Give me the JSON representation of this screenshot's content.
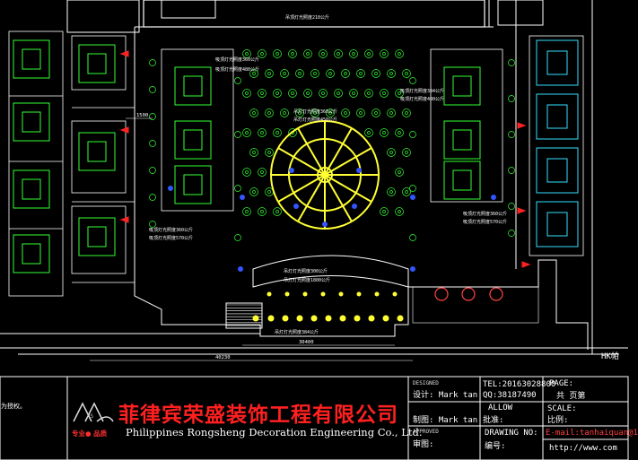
{
  "drawing": {
    "dimensions": {
      "d1": "1500",
      "d2": "30400",
      "d3": "40230"
    },
    "hk_label": "HK帕",
    "notes": {
      "n_top": "吊顶灯光照度210公斤",
      "n_left1": "吸顶灯光照度360公斤",
      "n_left2": "吸顶灯光照度480公斤",
      "n_center1": "吊灯灯光照度360公斤",
      "n_center2": "吊灯灯光照度450公斤",
      "n_right1": "吸顶灯光照度384公斤",
      "n_right2": "吸顶灯光照度480公斤",
      "n_left3": "吸顶灯光照度360公斤",
      "n_left4": "吸顶灯光照度570公斤",
      "n_right3": "吸顶灯光照度360公斤",
      "n_right4": "吸顶灯光照度570公斤",
      "n_bottom1": "吊灯灯光照度300公斤",
      "n_bottom2": "吊灯灯光照度1800公斤",
      "n_bottom3": "吊灯灯光照度384公斤"
    },
    "left_margin_text": "为授权。"
  },
  "title_block": {
    "company_cn": "菲律宾荣盛装饰工程有限公司",
    "company_en": "Philippines Rongsheng Decoration Engineering Co., Ltd.",
    "slogan": "专业● 品质",
    "designed_en": "DESIGNED",
    "designer": "设计: Mark tan",
    "drawn": "制图: Mark tan",
    "approved_en": "APPROVED",
    "approved_cn": "审图:",
    "tel": "TEL:20163028800",
    "qq": "QQ:38187490",
    "allow": "ALLOW",
    "allow_cn": "批准:",
    "drawing_no_en": "DRAWING NO:",
    "drawing_no_cn": "编号:",
    "page_en": "PAGE:",
    "page_cn": "共    页第",
    "scale_en": "SCALE:",
    "scale_cn": "比例:",
    "email": "E-mail:tanhaiquan@1",
    "web": "http://www.com",
    "logo_text": "RS"
  }
}
